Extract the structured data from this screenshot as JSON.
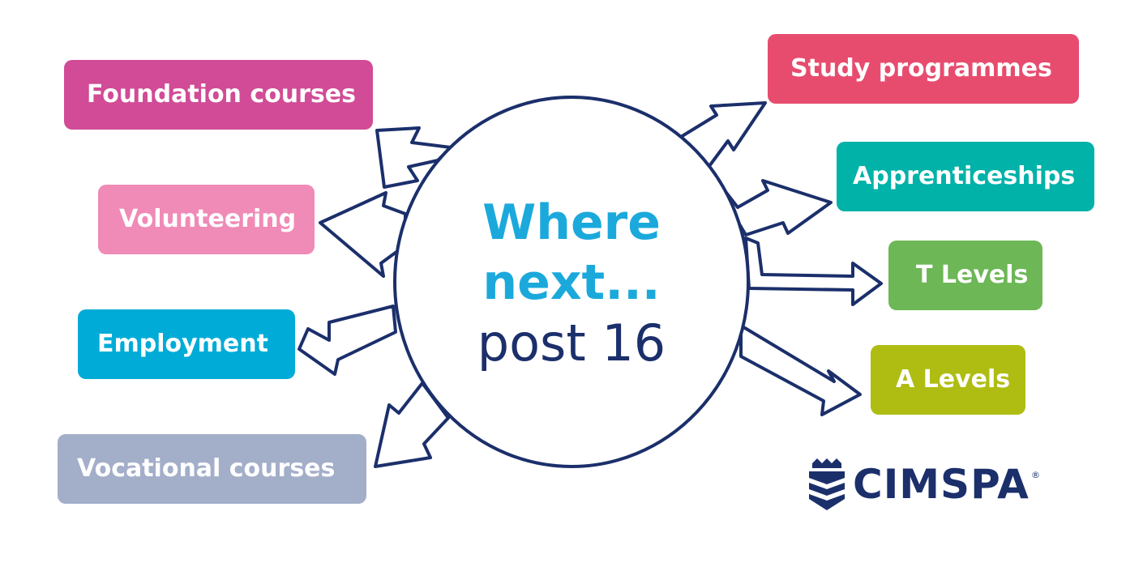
{
  "center": {
    "line1": "Where",
    "line2": "next...",
    "line3": "post 16"
  },
  "left_options": [
    {
      "label": "Foundation courses",
      "color": "#d14b96"
    },
    {
      "label": "Volunteering",
      "color": "#f08ab6"
    },
    {
      "label": "Employment",
      "color": "#00acd7"
    },
    {
      "label": "Vocational courses",
      "color": "#a3aec9"
    }
  ],
  "right_options": [
    {
      "label": "Study programmes",
      "color": "#e74c6f"
    },
    {
      "label": "Apprenticeships",
      "color": "#00b2a8"
    },
    {
      "label": "T Levels",
      "color": "#6db756"
    },
    {
      "label": "A Levels",
      "color": "#afbd12"
    }
  ],
  "logo": {
    "text": "CIMSPA",
    "registered_mark": "®",
    "color": "#1b2f6b"
  },
  "colors": {
    "outline": "#1b2f6b",
    "title_accent": "#1ba9dc"
  }
}
